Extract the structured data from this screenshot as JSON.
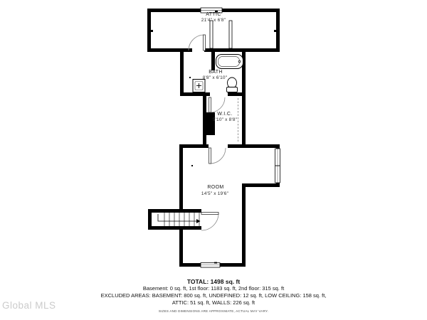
{
  "floorplan": {
    "rooms": [
      {
        "name": "ATTIC",
        "dims": "21'4\" x 6'8\""
      },
      {
        "name": "BATH",
        "dims": "8'8\" x 6'10\""
      },
      {
        "name": "W.I.C.",
        "dims": "5'10\" x 8'8\""
      },
      {
        "name": "ROOM",
        "dims": "14'5\" x 19'6\""
      }
    ]
  },
  "summary": {
    "total": "TOTAL: 1498 sq. ft",
    "floors": "Basement: 0 sq. ft, 1st floor: 1183 sq. ft, 2nd floor: 315 sq. ft",
    "excluded1": "EXCLUDED AREAS: BASEMENT: 800 sq. ft, UNDEFINED: 12 sq. ft, LOW CEILING: 158 sq. ft,",
    "excluded2": "ATTIC: 51 sq. ft, WALLS: 226 sq. ft",
    "disclaimer": "SIZES AND DIMENSIONS ARE APPROXIMATE, ACTUAL MAY VARY."
  },
  "watermark": "Global MLS",
  "colors": {
    "wall": "#000000",
    "background": "#ffffff",
    "door_arc": "#8a8a8a",
    "watermark": "#cbcbcb"
  }
}
